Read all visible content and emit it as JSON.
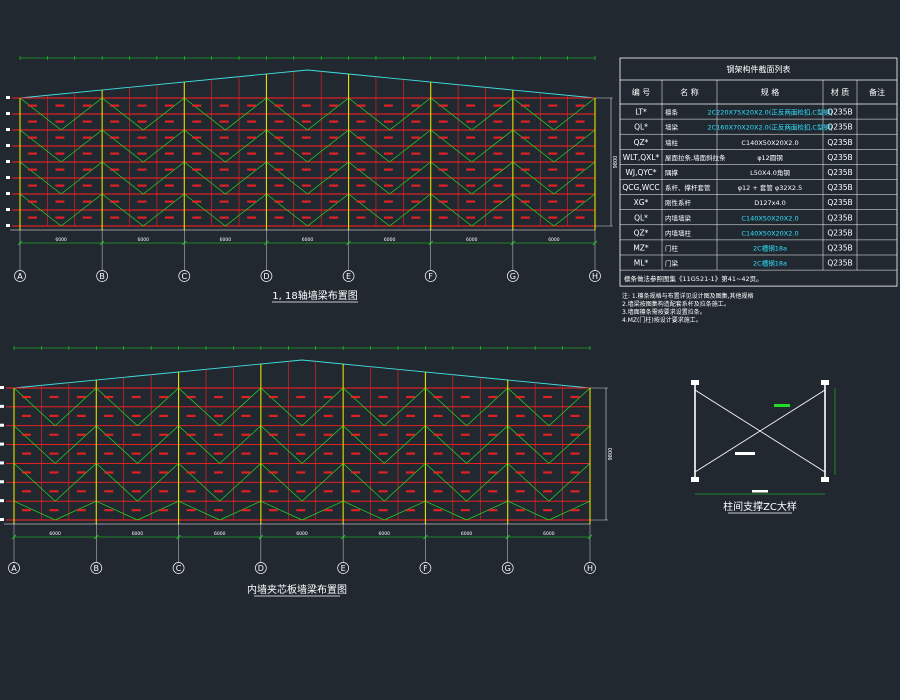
{
  "colors": {
    "background": "#212830",
    "purlin": "#ff2020",
    "brace": "#22dd22",
    "column": "#e8e000",
    "roof": "#40e0e0",
    "dimension": "#22dd22",
    "text": "#ffffff",
    "table_line": "#ffffff",
    "spec_cyan": "#30e0ff"
  },
  "drawing1": {
    "title": "1, 18轴墙梁布置图",
    "axes": [
      "A",
      "B",
      "C",
      "D",
      "E",
      "F",
      "G",
      "H"
    ],
    "spans": [
      "6000",
      "6000",
      "6000",
      "6000",
      "6000",
      "6000",
      "6000"
    ],
    "height_dim": "9800"
  },
  "drawing2": {
    "title": "内墙夹芯板墙梁布置图",
    "axes": [
      "A",
      "B",
      "C",
      "D",
      "E",
      "F",
      "G",
      "H"
    ],
    "spans": [
      "6000",
      "6000",
      "6000",
      "6000",
      "6000",
      "6000",
      "6000"
    ],
    "height_dim": "9800"
  },
  "detail": {
    "title": "柱间支撑ZC大样"
  },
  "table": {
    "title": "钢架构件截面列表",
    "headers": [
      "编 号",
      "名 称",
      "规 格",
      "材 质",
      "备注"
    ],
    "rows": [
      {
        "code": "LT*",
        "name": "檩条",
        "spec": "2C220X75X20X2.0(正反两面检扣,C型钢)",
        "spec_color": "cyan",
        "material": "Q235B"
      },
      {
        "code": "QL*",
        "name": "墙梁",
        "spec": "2C160X70X20X2.0(正反两面检扣,C型钢)",
        "spec_color": "cyan",
        "material": "Q235B"
      },
      {
        "code": "QZ*",
        "name": "墙柱",
        "spec": "C140X50X20X2.0",
        "spec_color": "white",
        "material": "Q235B"
      },
      {
        "code": "WLT,QXL*",
        "name": "屋面拉条,墙面斜拉条",
        "spec": "φ12圆钢",
        "spec_color": "white",
        "material": "Q235B"
      },
      {
        "code": "WJ,QYC*",
        "name": "隅撑",
        "spec": "L50X4.0角钢",
        "spec_color": "white",
        "material": "Q235B"
      },
      {
        "code": "QCG,WCC",
        "name": "系杆、撑杆套管",
        "spec": "φ12 + 套管 φ32X2.5",
        "spec_color": "white",
        "material": "Q235B"
      },
      {
        "code": "XG*",
        "name": "刚性系杆",
        "spec": "D127x4.0",
        "spec_color": "white",
        "material": "Q235B"
      },
      {
        "code": "QL*",
        "name": "内墙墙梁",
        "spec": "C140X50X20X2.0",
        "spec_color": "cyan",
        "material": "Q235B"
      },
      {
        "code": "QZ*",
        "name": "内墙墙柱",
        "spec": "C140X50X20X2.0",
        "spec_color": "cyan",
        "material": "Q235B"
      },
      {
        "code": "MZ*",
        "name": "门柱",
        "spec": "2C槽钢18a",
        "spec_color": "cyan",
        "material": "Q235B"
      },
      {
        "code": "ML*",
        "name": "门梁",
        "spec": "2C槽钢18a",
        "spec_color": "cyan",
        "material": "Q235B"
      }
    ],
    "footer": "檩条做法参照图集《11G521-1》第41~42页。",
    "notes": [
      "注: 1.檩条规格与布置详见设计图及图集,其他规格",
      "2.墙梁按图集构造配套系杆及拉条施工。",
      "3.墙面檩条需按要求设置拉条。",
      "4.MZ(门柱)按设计要求施工。"
    ]
  }
}
